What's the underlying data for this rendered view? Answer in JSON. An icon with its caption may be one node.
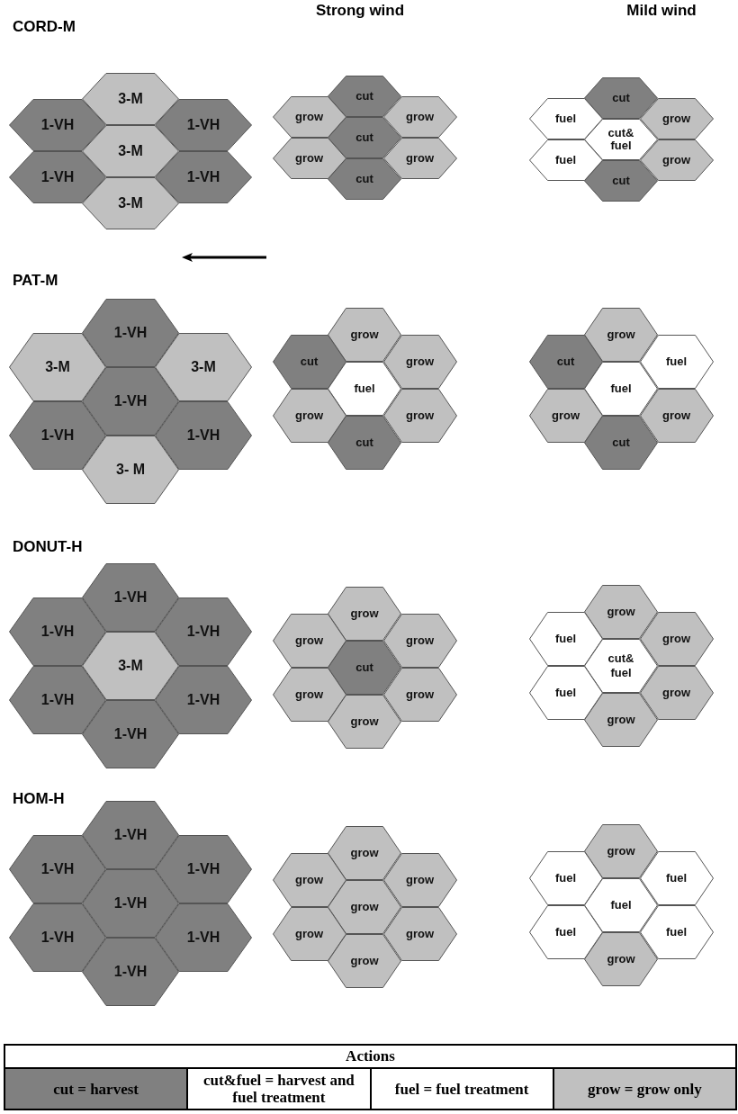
{
  "diagram": {
    "nodes": [
      {
        "text": [
          "3-M"
        ]
      },
      {
        "text": [
          "1-VH"
        ]
      },
      {
        "text": [
          "1-VH"
        ]
      },
      {
        "text": [
          "3-M"
        ]
      },
      {
        "text": [
          "1-VH"
        ]
      },
      {
        "text": [
          "1-VH"
        ]
      },
      {
        "text": [
          "3-M"
        ]
      },
      {
        "text": [
          "cut"
        ]
      },
      {
        "text": [
          "grow"
        ]
      },
      {
        "text": [
          "grow"
        ]
      },
      {
        "text": [
          "cut"
        ]
      },
      {
        "text": [
          "grow"
        ]
      },
      {
        "text": [
          "grow"
        ]
      },
      {
        "text": [
          "cut"
        ]
      },
      {
        "text": [
          "cut"
        ]
      },
      {
        "text": [
          "fuel"
        ]
      },
      {
        "text": [
          "grow"
        ]
      },
      {
        "text": [
          "cut& fuel"
        ]
      },
      {
        "text": [
          "fuel"
        ]
      },
      {
        "text": [
          "grow"
        ]
      },
      {
        "text": [
          "cut"
        ]
      },
      {
        "text": [
          "1-VH"
        ]
      },
      {
        "text": [
          "3-M"
        ]
      },
      {
        "text": [
          "3-M"
        ]
      },
      {
        "text": [
          "1-VH"
        ]
      },
      {
        "text": [
          "1-VH"
        ]
      },
      {
        "text": [
          "1-VH"
        ]
      },
      {
        "text": [
          "3- M"
        ]
      },
      {
        "text": [
          "grow"
        ]
      },
      {
        "text": [
          "cut"
        ]
      },
      {
        "text": [
          "grow"
        ]
      },
      {
        "text": [
          "fuel"
        ]
      },
      {
        "text": [
          "grow"
        ]
      },
      {
        "text": [
          "grow"
        ]
      },
      {
        "text": [
          "cut"
        ]
      },
      {
        "text": [
          "grow"
        ]
      },
      {
        "text": [
          "cut"
        ]
      },
      {
        "text": [
          "fuel"
        ]
      },
      {
        "text": [
          "fuel"
        ]
      },
      {
        "text": [
          "grow"
        ]
      },
      {
        "text": [
          "grow"
        ]
      },
      {
        "text": [
          "cut"
        ]
      },
      {
        "text": [
          "1-VH"
        ]
      },
      {
        "text": [
          "1-VH"
        ]
      },
      {
        "text": [
          "1-VH"
        ]
      },
      {
        "text": [
          "3-M"
        ]
      },
      {
        "text": [
          "1-VH"
        ]
      },
      {
        "text": [
          "1-VH"
        ]
      },
      {
        "text": [
          "1-VH"
        ]
      },
      {
        "text": [
          "grow"
        ]
      },
      {
        "text": [
          "grow"
        ]
      },
      {
        "text": [
          "grow"
        ]
      },
      {
        "text": [
          "cut"
        ]
      },
      {
        "text": [
          "grow"
        ]
      },
      {
        "text": [
          "grow"
        ]
      },
      {
        "text": [
          "grow"
        ]
      },
      {
        "text": [
          "grow"
        ]
      },
      {
        "text": [
          "fuel"
        ]
      },
      {
        "text": [
          "grow"
        ]
      },
      {
        "text": [
          "cut& fuel"
        ]
      },
      {
        "text": [
          "fuel"
        ]
      },
      {
        "text": [
          "grow"
        ]
      },
      {
        "text": [
          "grow"
        ]
      },
      {
        "text": [
          "1-VH"
        ]
      },
      {
        "text": [
          "1-VH"
        ]
      },
      {
        "text": [
          "1-VH"
        ]
      },
      {
        "text": [
          "1-VH"
        ]
      },
      {
        "text": [
          "1-VH"
        ]
      },
      {
        "text": [
          "1-VH"
        ]
      },
      {
        "text": [
          "1-VH"
        ]
      },
      {
        "text": [
          "grow"
        ]
      },
      {
        "text": [
          "grow"
        ]
      },
      {
        "text": [
          "grow"
        ]
      },
      {
        "text": [
          "grow"
        ]
      },
      {
        "text": [
          "grow"
        ]
      },
      {
        "text": [
          "grow"
        ]
      },
      {
        "text": [
          "grow"
        ]
      },
      {
        "text": [
          "grow"
        ]
      },
      {
        "text": [
          "fuel"
        ]
      },
      {
        "text": [
          "fuel"
        ]
      },
      {
        "text": [
          "fuel"
        ]
      },
      {
        "text": [
          "fuel"
        ]
      },
      {
        "text": [
          "fuel"
        ]
      },
      {
        "text": [
          "grow"
        ]
      }
    ],
    "labels": [
      "Strong wind",
      "Mild wind",
      "CORD-M",
      "PAT-M",
      "DONUT-H",
      "HOM-H",
      "Actions"
    ],
    "legend": [
      {
        "text": "cut = harvest",
        "color": "#808080"
      },
      {
        "text": "cut&fuel = harvest and fuel treatment",
        "color": "#ffffff"
      },
      {
        "text": "fuel = fuel treatment",
        "color": "#ffffff"
      },
      {
        "text": "grow = grow only",
        "color": "#c0c0c0"
      }
    ]
  }
}
